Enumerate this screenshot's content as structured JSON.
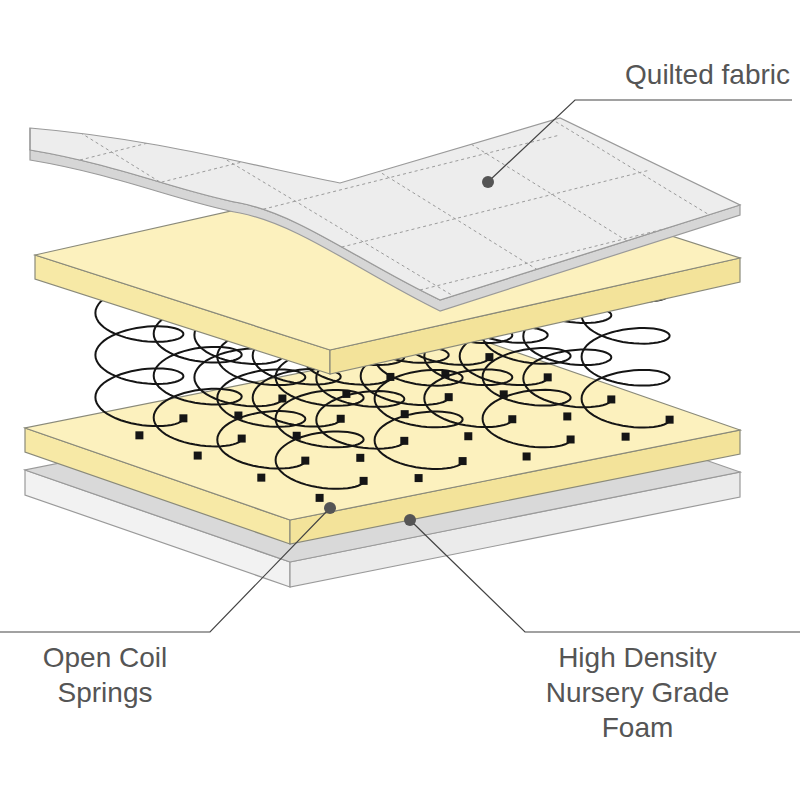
{
  "diagram": {
    "labels": [
      "Quilted fabric",
      "Open Coil Springs",
      "High Density Nursery Grade Foam"
    ]
  }
}
